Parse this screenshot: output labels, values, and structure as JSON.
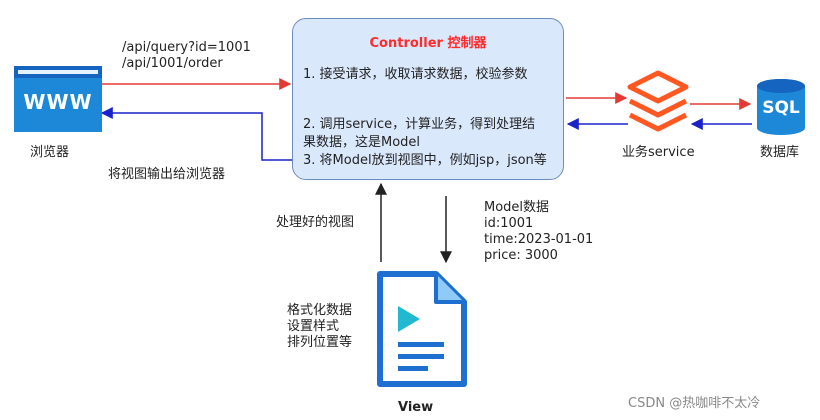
{
  "controller": {
    "title": "Controller 控制器",
    "steps": [
      "1. 接受请求，收取请求数据，校验参数",
      "2. 调用service，计算业务，得到处理结\n果数据，这是Model",
      "3. 将Model放到视图中，例如jsp，json等"
    ]
  },
  "browser": {
    "label": "浏览器",
    "icon_text": "WWW"
  },
  "request_urls": "/api/query?id=1001\n/api/1001/order",
  "response_label": "将视图输出给浏览器",
  "service": {
    "label": "业务service"
  },
  "database": {
    "label": "数据库",
    "icon_text": "SQL"
  },
  "view": {
    "label": "View",
    "notes": "格式化数据\n设置样式\n排列位置等"
  },
  "to_controller_label": "处理好的视图",
  "model_data": "Model数据\nid:1001\ntime:2023-01-01\nprice: 3000",
  "watermark": "CSDN @热咖啡不太冷",
  "colors": {
    "request_arrow": "#e53935",
    "response_arrow": "#1a22c8",
    "controller_fill": "#dae8fc",
    "controller_border": "#6c8ebf",
    "controller_title": "#ff2a2a",
    "browser_icon": "#1e88d8",
    "service_icon": "#ff5722",
    "database_icon": "#1e88d8",
    "view_icon": "#1e6fd0"
  }
}
